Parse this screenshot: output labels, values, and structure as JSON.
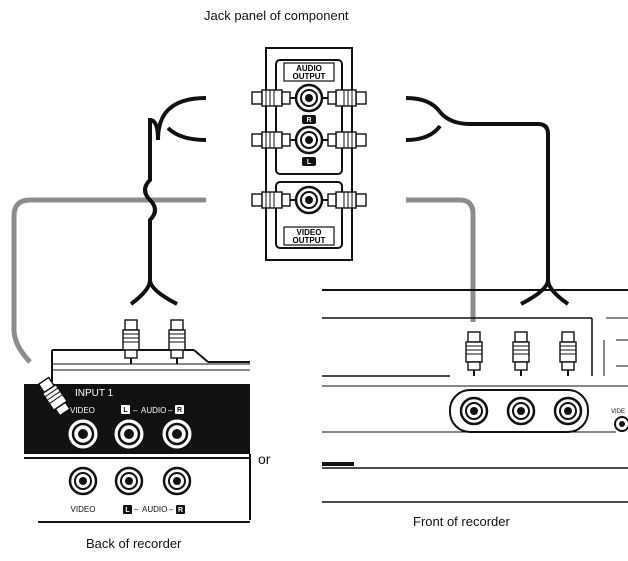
{
  "captions": {
    "component": "Jack panel of component",
    "back": "Back of recorder",
    "front": "Front of recorder",
    "or": "or"
  },
  "component_panel": {
    "audio_output": [
      "AUDIO",
      "OUTPUT"
    ],
    "video_output": [
      "VIDEO",
      "OUTPUT"
    ],
    "right_badge": "R",
    "left_badge": "L"
  },
  "back_panel": {
    "input_label": "INPUT 1",
    "video_label": "VIDEO",
    "audio_label_top": "AUDIO",
    "audio_label_bottom": "AUDIO",
    "left_badge": "L",
    "right_badge": "R"
  },
  "front_panel": {
    "video_label_partial": "VIDE"
  },
  "colors": {
    "line": "#111111",
    "cable_black": "#111111",
    "cable_gray": "#8c8c8c",
    "panel_bg": "#111111",
    "panel_text": "#ffffff",
    "paper": "#ffffff"
  }
}
